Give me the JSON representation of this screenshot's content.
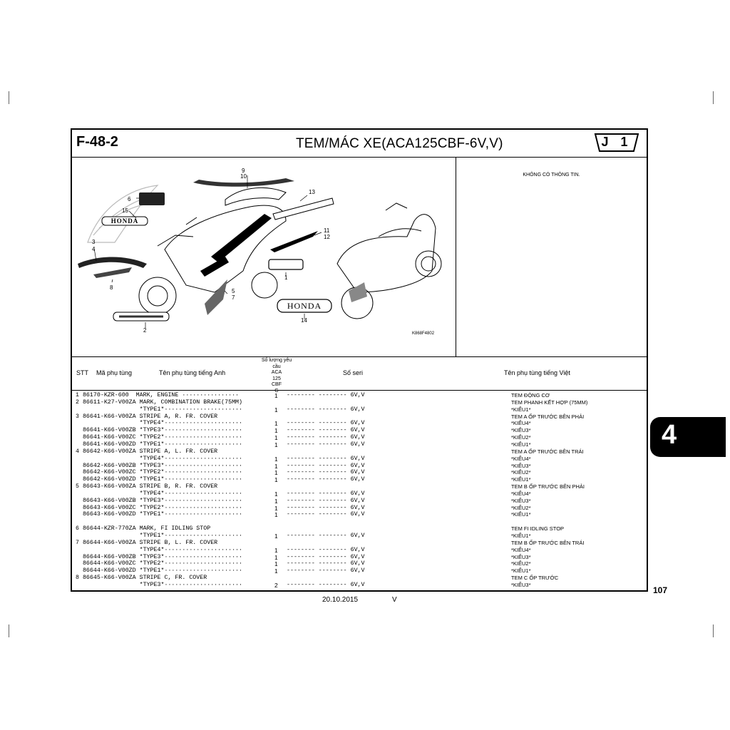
{
  "header": {
    "code": "F-48-2",
    "title": "TEM/MÁC XE(ACA125CBF-6V,V)",
    "group": "J 1"
  },
  "info": {
    "text": "KHÔNG CÓ THÔNG TIN."
  },
  "diagram": {
    "ref_code": "K868F4802",
    "callouts": [
      "9",
      "10",
      "6",
      "13",
      "15",
      "11",
      "12",
      "3",
      "4",
      "1",
      "8",
      "5",
      "7",
      "14",
      "2"
    ],
    "decal_honda": "HONDA"
  },
  "columns": {
    "stt": "STT",
    "part_no": "Mã phụ tùng",
    "name_en": "Tên phụ tùng tiếng Anh",
    "qty_title": "Số lượng yêu cầu",
    "qty_model": [
      "ACA",
      "125",
      "CBF",
      "G"
    ],
    "serial": "Số seri",
    "name_vi": "Tên phụ tùng tiếng Việt"
  },
  "rows": [
    {
      "left": "1 86170-KZR-600  MARK, ENGINE ················",
      "qty": "1",
      "serial": "-------- -------- 6V,V",
      "vi": "TEM ĐỘNG CƠ"
    },
    {
      "left": "2 86611-K27-V00ZA MARK, COMBINATION BRAKE(75MM)",
      "qty": "",
      "serial": "",
      "vi": "TEM PHANH KẾT HỢP (75MM)"
    },
    {
      "left": "                  *TYPE1*······················",
      "qty": "1",
      "serial": "-------- -------- 6V,V",
      "vi": "*KIỂU1*"
    },
    {
      "left": "3 86641-K66-V00ZA STRIPE A, R. FR. COVER",
      "qty": "",
      "serial": "",
      "vi": "TEM A ỐP TRƯỚC BÊN PHẢI"
    },
    {
      "left": "                  *TYPE4*······················",
      "qty": "1",
      "serial": "-------- -------- 6V,V",
      "vi": "*KIỂU4*"
    },
    {
      "left": "  86641-K66-V00ZB *TYPE3*······················",
      "qty": "1",
      "serial": "-------- -------- 6V,V",
      "vi": "*KIỂU3*"
    },
    {
      "left": "  86641-K66-V00ZC *TYPE2*······················",
      "qty": "1",
      "serial": "-------- -------- 6V,V",
      "vi": "*KIỂU2*"
    },
    {
      "left": "  86641-K66-V00ZD *TYPE1*······················",
      "qty": "1",
      "serial": "-------- -------- 6V,V",
      "vi": "*KIỂU1*"
    },
    {
      "left": "4 86642-K66-V00ZA STRIPE A, L. FR. COVER",
      "qty": "",
      "serial": "",
      "vi": "TEM A ỐP TRƯỚC BÊN TRÁI"
    },
    {
      "left": "                  *TYPE4*······················",
      "qty": "1",
      "serial": "-------- -------- 6V,V",
      "vi": "*KIỂU4*"
    },
    {
      "left": "  86642-K66-V00ZB *TYPE3*······················",
      "qty": "1",
      "serial": "-------- -------- 6V,V",
      "vi": "*KIỂU3*"
    },
    {
      "left": "  86642-K66-V00ZC *TYPE2*······················",
      "qty": "1",
      "serial": "-------- -------- 6V,V",
      "vi": "*KIỂU2*"
    },
    {
      "left": "  86642-K66-V00ZD *TYPE1*······················",
      "qty": "1",
      "serial": "-------- -------- 6V,V",
      "vi": "*KIỂU1*"
    },
    {
      "left": "5 86643-K66-V00ZA STRIPE B, R. FR. COVER",
      "qty": "",
      "serial": "",
      "vi": "TEM B ỐP TRƯỚC BÊN PHẢI"
    },
    {
      "left": "                  *TYPE4*······················",
      "qty": "1",
      "serial": "-------- -------- 6V,V",
      "vi": "*KIỂU4*"
    },
    {
      "left": "  86643-K66-V00ZB *TYPE3*······················",
      "qty": "1",
      "serial": "-------- -------- 6V,V",
      "vi": "*KIỂU3*"
    },
    {
      "left": "  86643-K66-V00ZC *TYPE2*······················",
      "qty": "1",
      "serial": "-------- -------- 6V,V",
      "vi": "*KIỂU2*"
    },
    {
      "left": "  86643-K66-V00ZD *TYPE1*······················",
      "qty": "1",
      "serial": "-------- -------- 6V,V",
      "vi": "*KIỂU1*"
    },
    {
      "left": "",
      "qty": "",
      "serial": "",
      "vi": ""
    },
    {
      "left": "6 86644-KZR-770ZA MARK, FI IDLING STOP",
      "qty": "",
      "serial": "",
      "vi": "TEM FI IDLING STOP"
    },
    {
      "left": "                  *TYPE1*······················",
      "qty": "1",
      "serial": "-------- -------- 6V,V",
      "vi": "*KIỂU1*"
    },
    {
      "left": "7 86644-K66-V00ZA STRIPE B, L. FR. COVER",
      "qty": "",
      "serial": "",
      "vi": "TEM B ỐP TRƯỚC BÊN TRÁI"
    },
    {
      "left": "                  *TYPE4*······················",
      "qty": "1",
      "serial": "-------- -------- 6V,V",
      "vi": "*KIỂU4*"
    },
    {
      "left": "  86644-K66-V00ZB *TYPE3*······················",
      "qty": "1",
      "serial": "-------- -------- 6V,V",
      "vi": "*KIỂU3*"
    },
    {
      "left": "  86644-K66-V00ZC *TYPE2*······················",
      "qty": "1",
      "serial": "-------- -------- 6V,V",
      "vi": "*KIỂU2*"
    },
    {
      "left": "  86644-K66-V00ZD *TYPE1*······················",
      "qty": "1",
      "serial": "-------- -------- 6V,V",
      "vi": "*KIỂU1*"
    },
    {
      "left": "8 86645-K66-V00ZA STRIPE C, FR. COVER",
      "qty": "",
      "serial": "",
      "vi": "TEM C ỐP TRƯỚC"
    },
    {
      "left": "                  *TYPE3*······················",
      "qty": "2",
      "serial": "-------- -------- 6V,V",
      "vi": "*KIỂU3*"
    }
  ],
  "footer": {
    "date": "20.10.2015",
    "version": "V",
    "page": "107"
  },
  "tab": {
    "section": "4"
  }
}
